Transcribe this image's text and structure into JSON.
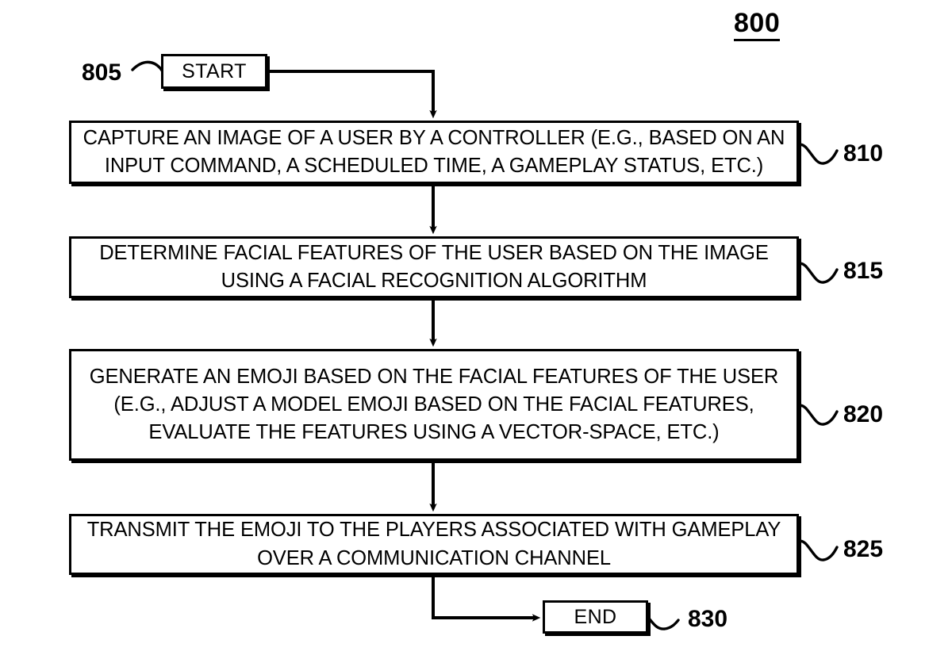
{
  "figure": {
    "number": "800",
    "type": "flowchart"
  },
  "nodes": [
    {
      "id": "start",
      "shape": "terminal",
      "label": "START",
      "ref": "805"
    },
    {
      "id": "capture",
      "shape": "process",
      "label": "CAPTURE AN IMAGE OF A USER BY A CONTROLLER (E.G., BASED ON AN INPUT COMMAND, A SCHEDULED TIME, A GAMEPLAY STATUS, ETC.)",
      "ref": "810"
    },
    {
      "id": "determine",
      "shape": "process",
      "label": "DETERMINE FACIAL FEATURES OF THE USER BASED ON THE IMAGE USING A FACIAL RECOGNITION ALGORITHM",
      "ref": "815"
    },
    {
      "id": "generate",
      "shape": "process",
      "label": "GENERATE AN EMOJI BASED ON THE FACIAL FEATURES OF THE USER (E.G., ADJUST A MODEL EMOJI BASED ON THE FACIAL FEATURES, EVALUATE THE FEATURES USING A VECTOR-SPACE, ETC.)",
      "ref": "820"
    },
    {
      "id": "transmit",
      "shape": "process",
      "label": "TRANSMIT THE EMOJI TO THE PLAYERS ASSOCIATED WITH GAMEPLAY OVER A COMMUNICATION CHANNEL",
      "ref": "825"
    },
    {
      "id": "end",
      "shape": "terminal",
      "label": "END",
      "ref": "830"
    }
  ],
  "edges": [
    {
      "from": "start",
      "to": "capture",
      "style": "orthogonal-arrow"
    },
    {
      "from": "capture",
      "to": "determine",
      "style": "vertical-arrow"
    },
    {
      "from": "determine",
      "to": "generate",
      "style": "vertical-arrow"
    },
    {
      "from": "generate",
      "to": "transmit",
      "style": "vertical-arrow"
    },
    {
      "from": "transmit",
      "to": "end",
      "style": "orthogonal-arrow"
    }
  ],
  "colors": {
    "stroke": "#000000",
    "fill": "#ffffff",
    "text": "#000000"
  }
}
